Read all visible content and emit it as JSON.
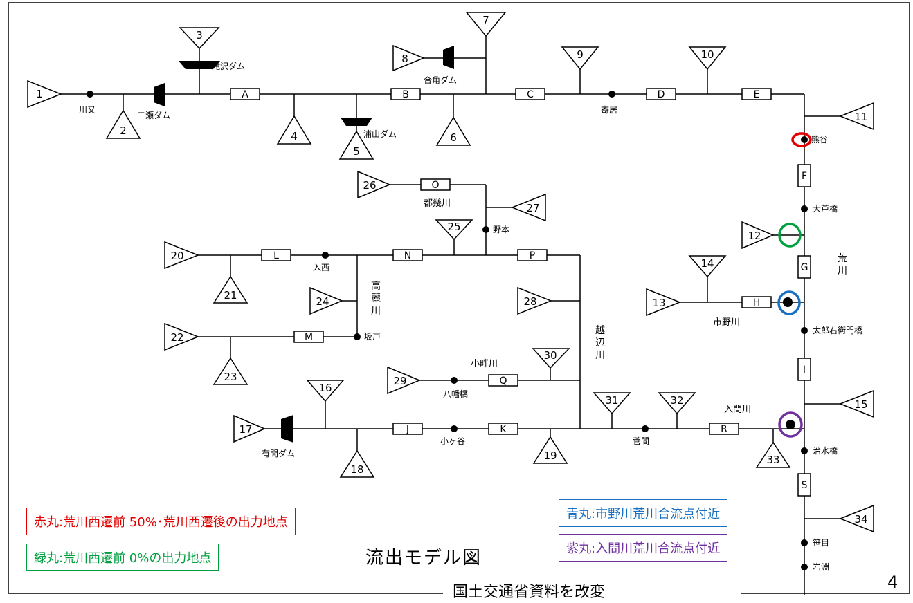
{
  "title": "流出モデル図",
  "subtitle": "国土交通省資料を改変",
  "page_number": "4",
  "legend": {
    "red": "赤丸:荒川西遷前 50%･荒川西遷後の出力地点",
    "green": "緑丸:荒川西遷前 0%の出力地点",
    "blue": "青丸:市野川荒川合流点付近",
    "purple": "紫丸:入間川荒川合流点付近"
  },
  "colors": {
    "red": "#e00000",
    "green": "#00a040",
    "blue": "#1a6fc0",
    "purple": "#7030a0"
  },
  "subbasins": [
    "1",
    "2",
    "3",
    "4",
    "5",
    "6",
    "7",
    "8",
    "9",
    "10",
    "11",
    "12",
    "13",
    "14",
    "15",
    "16",
    "17",
    "18",
    "19",
    "20",
    "21",
    "22",
    "23",
    "24",
    "25",
    "26",
    "27",
    "28",
    "29",
    "30",
    "31",
    "32",
    "33",
    "34"
  ],
  "channels": [
    "A",
    "B",
    "C",
    "D",
    "E",
    "F",
    "G",
    "H",
    "I",
    "J",
    "K",
    "L",
    "M",
    "N",
    "O",
    "P",
    "Q",
    "R",
    "S"
  ],
  "points": {
    "kawamata": "川又",
    "yorii": "寄居",
    "kumagaya": "熊谷",
    "ooashibashi": "大芦橋",
    "taroemon": "太郎右衛門橋",
    "chisuibashi": "治水橋",
    "sasame": "笹目",
    "iwabuchi": "岩淵",
    "nomoto": "野本",
    "irinishi": "入西",
    "sakado": "坂戸",
    "yahatabashi": "八幡橋",
    "ogaya": "小ヶ谷",
    "sugama": "菅間"
  },
  "dams": {
    "takizawa": "滝沢ダム",
    "futase": "二瀬ダム",
    "urayama": "浦山ダム",
    "kazuno": "合角ダム",
    "arima": "有間ダム"
  },
  "rivers": {
    "arakawa": "荒川",
    "toki": "都幾川",
    "koma": "高麗川",
    "ichino": "市野川",
    "oppe": "越辺川",
    "koaze": "小畔川",
    "iruma": "入間川"
  }
}
